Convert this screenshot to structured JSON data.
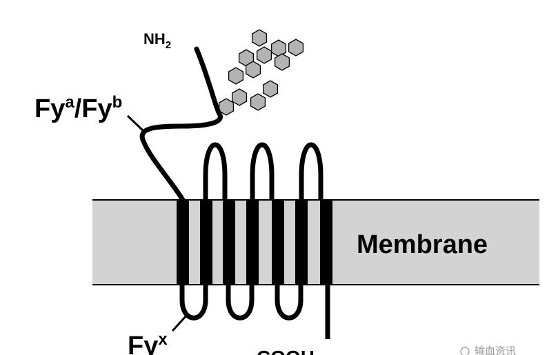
{
  "labels": {
    "n_terminus": "NH",
    "n_terminus_sub": "2",
    "fy_a": "Fy",
    "fy_a_sup": "a",
    "slash": "/",
    "fy_b": "Fy",
    "fy_b_sup": "b",
    "fy_x": "Fy",
    "fy_x_sup": "x",
    "c_terminus": "COOH",
    "membrane": "Membrane",
    "watermark": "输血资讯"
  },
  "colors": {
    "membrane_fill": "#d3d3d3",
    "membrane_border": "#000000",
    "chain": "#000000",
    "glycan_fill": "#b3b3b3",
    "glycan_stroke": "#000000"
  }
}
